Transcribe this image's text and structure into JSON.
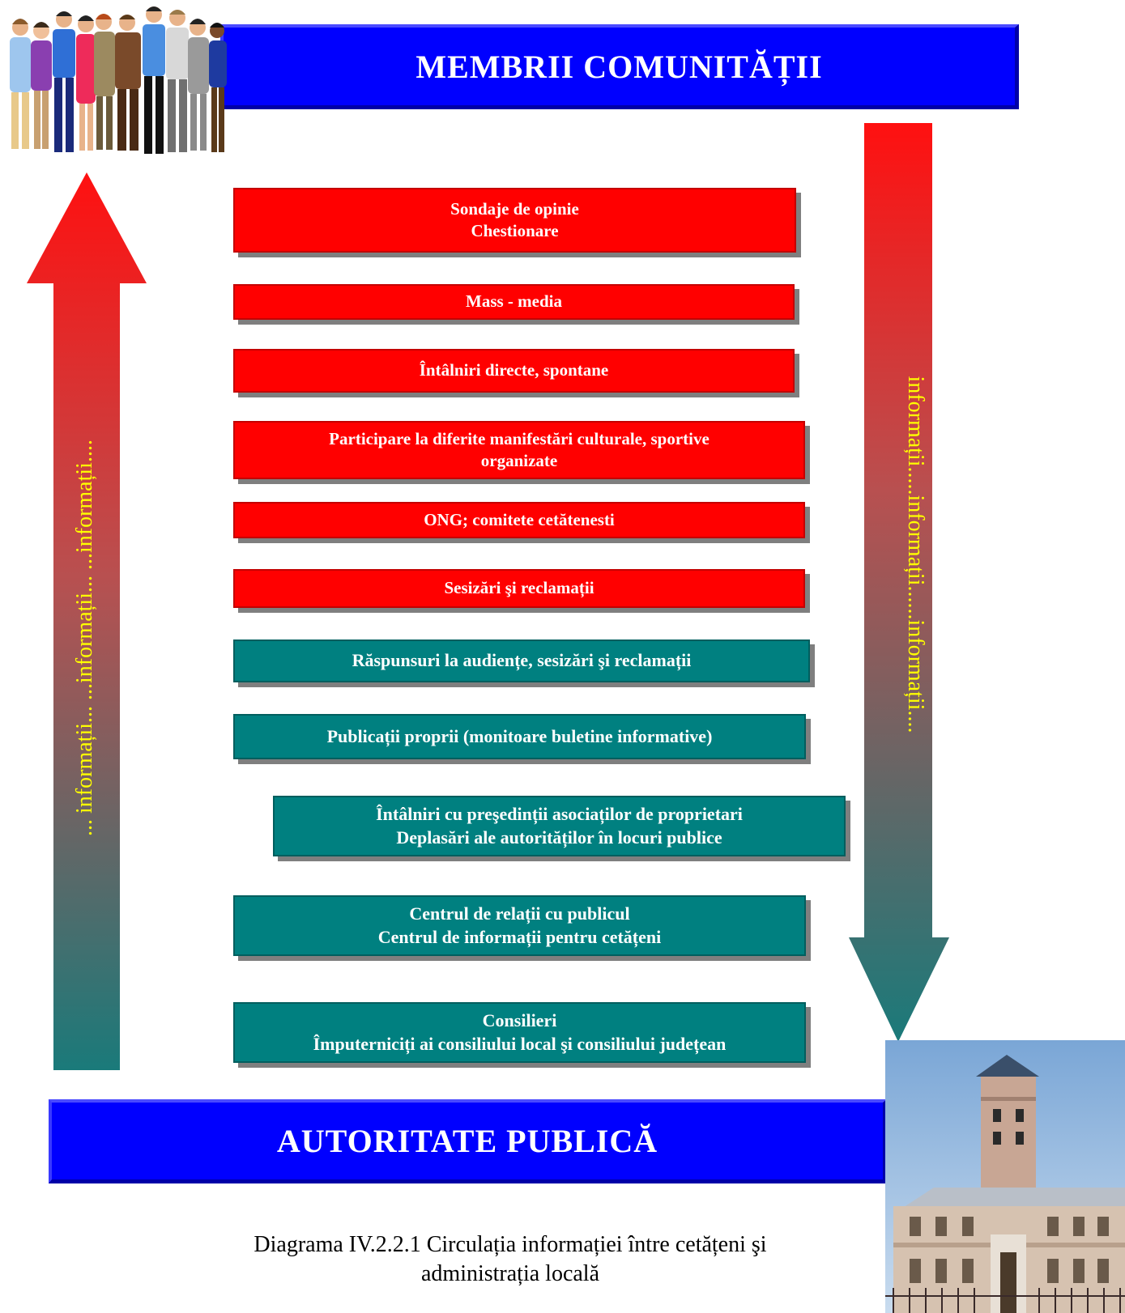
{
  "diagram": {
    "title_top": "MEMBRII COMUNITĂȚII",
    "title_bottom": "AUTORITATE PUBLICĂ",
    "left_arrow_label": "... informații...   ...informații...   ...informații....",
    "right_arrow_label": "informații.....informații......informații....",
    "channels": [
      {
        "lines": [
          "Sondaje de opinie",
          "Chestionare"
        ],
        "color": "red"
      },
      {
        "lines": [
          "Mass - media"
        ],
        "color": "red"
      },
      {
        "lines": [
          "Întâlniri directe, spontane"
        ],
        "color": "red"
      },
      {
        "lines": [
          "Participare la diferite manifestări culturale, sportive",
          "organizate"
        ],
        "color": "red"
      },
      {
        "lines": [
          "ONG; comitete cetătenesti"
        ],
        "color": "red"
      },
      {
        "lines": [
          "Sesizări şi reclamații"
        ],
        "color": "red"
      },
      {
        "lines": [
          "Răspunsuri la audiențe, sesizări şi reclamații"
        ],
        "color": "teal"
      },
      {
        "lines": [
          "Publicații proprii (monitoare buletine informative)"
        ],
        "color": "teal"
      },
      {
        "lines": [
          "Întâlniri cu preşedinții asociaților de proprietari",
          "Deplasări ale autorităților în locuri publice"
        ],
        "color": "teal"
      },
      {
        "lines": [
          "Centrul de relații cu publicul",
          "Centrul de informații pentru cetățeni"
        ],
        "color": "teal"
      },
      {
        "lines": [
          "Consilieri",
          "Împuterniciți ai consiliului local şi consiliului județean"
        ],
        "color": "teal"
      }
    ],
    "caption_lines": [
      "Diagrama IV.2.2.1 Circulația informației între cetățeni şi",
      "administrația locală"
    ],
    "colors": {
      "banner": "#0000ff",
      "red": "#ff0000",
      "teal": "#008080",
      "label": "#ffff00"
    }
  }
}
